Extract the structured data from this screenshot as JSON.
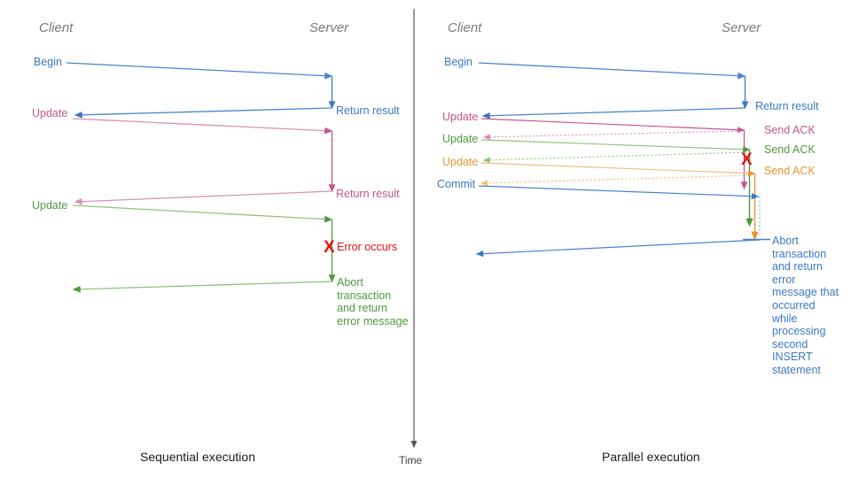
{
  "diagram": {
    "title": "Sequential vs Parallel transaction execution sequence diagram",
    "colors": {
      "blue": "#3b78c3",
      "blue_light": "#7aa9de",
      "pink": "#c4558c",
      "pink_light": "#d991b5",
      "green": "#4e9a3e",
      "green_light": "#8fc47e",
      "orange": "#e59433",
      "orange_light": "#f2bd79",
      "red": "#e8100f",
      "axis": "#555555",
      "header": "#7b7b7b",
      "caption": "#1a1a1a"
    },
    "time_axis": {
      "label": "Time"
    }
  },
  "left_panel": {
    "caption": "Sequential execution",
    "headers": {
      "client": "Client",
      "server": "Server"
    },
    "client_labels": [
      {
        "text": "Begin",
        "color": "#3b78c3"
      },
      {
        "text": "Update",
        "color": "#c4558c"
      },
      {
        "text": "Update",
        "color": "#4e9a3e"
      }
    ],
    "server_labels": [
      {
        "text": "Return result",
        "color": "#3b78c3"
      },
      {
        "text": "Return result",
        "color": "#c4558c"
      }
    ],
    "error_marker": {
      "glyph": "X",
      "text": "Error occurs",
      "color": "#e8100f"
    },
    "abort_note": {
      "text": "Abort transaction and return error message",
      "color": "#4e9a3e"
    }
  },
  "right_panel": {
    "caption": "Parallel execution",
    "headers": {
      "client": "Client",
      "server": "Server"
    },
    "client_labels": [
      {
        "text": "Begin",
        "color": "#3b78c3"
      },
      {
        "text": "Update",
        "color": "#c4558c"
      },
      {
        "text": "Update",
        "color": "#4e9a3e"
      },
      {
        "text": "Update",
        "color": "#e59433"
      },
      {
        "text": "Commit",
        "color": "#3b78c3"
      }
    ],
    "server_labels": [
      {
        "text": "Return result",
        "color": "#3b78c3"
      },
      {
        "text": "Send ACK",
        "color": "#c4558c"
      },
      {
        "text": "Send ACK",
        "color": "#4e9a3e"
      },
      {
        "text": "Send ACK",
        "color": "#e59433"
      }
    ],
    "error_marker": {
      "glyph": "X",
      "color": "#e8100f"
    },
    "abort_note": {
      "text": "Abort transaction and return error message that occurred while processing second INSERT statement",
      "color": "#3b78c3"
    }
  }
}
